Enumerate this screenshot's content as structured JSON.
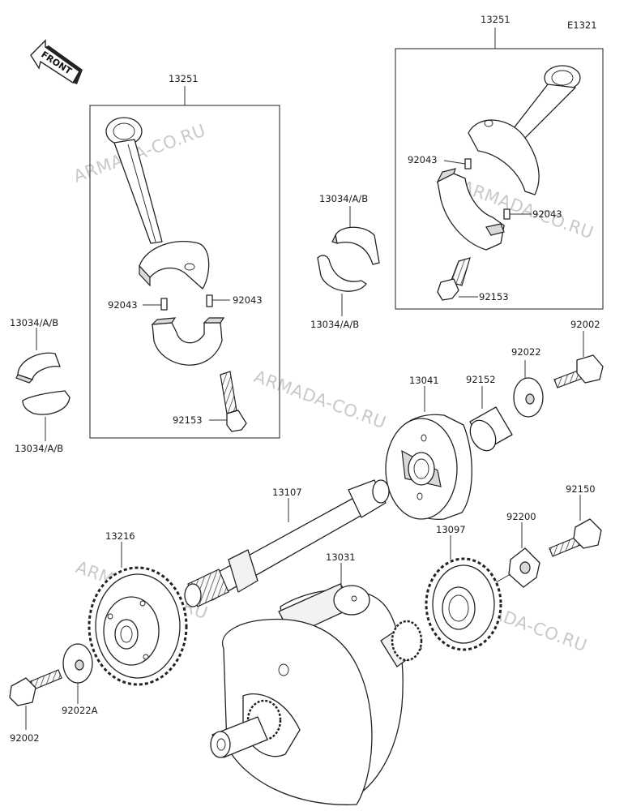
{
  "diagram_code": "E1321",
  "front_badge": "FRONT",
  "watermark": "ARMADA-CO.RU",
  "labels": {
    "conrod_right": "13251",
    "conrod_left": "13251",
    "bearing_top_mid": "13034/A/B",
    "bearing_bottom_mid": "13034/A/B",
    "bearing_top_left": "13034/A/B",
    "bearing_bottom_left": "13034/A/B",
    "pin_right_upper": "92043",
    "pin_right_lower": "92043",
    "pin_left_a": "92043",
    "pin_left_b": "92043",
    "bolt_right": "92153",
    "bolt_left": "92153",
    "bolt_top": "92002",
    "washer_top": "92022",
    "collar": "92152",
    "rotor": "13041",
    "shaft": "13107",
    "bolt_mid": "92150",
    "washer_mid": "92200",
    "gear_mid": "13097",
    "gear_left": "13216",
    "crankshaft": "13031",
    "washer_left": "92022A",
    "bolt_left_bottom": "92002"
  }
}
